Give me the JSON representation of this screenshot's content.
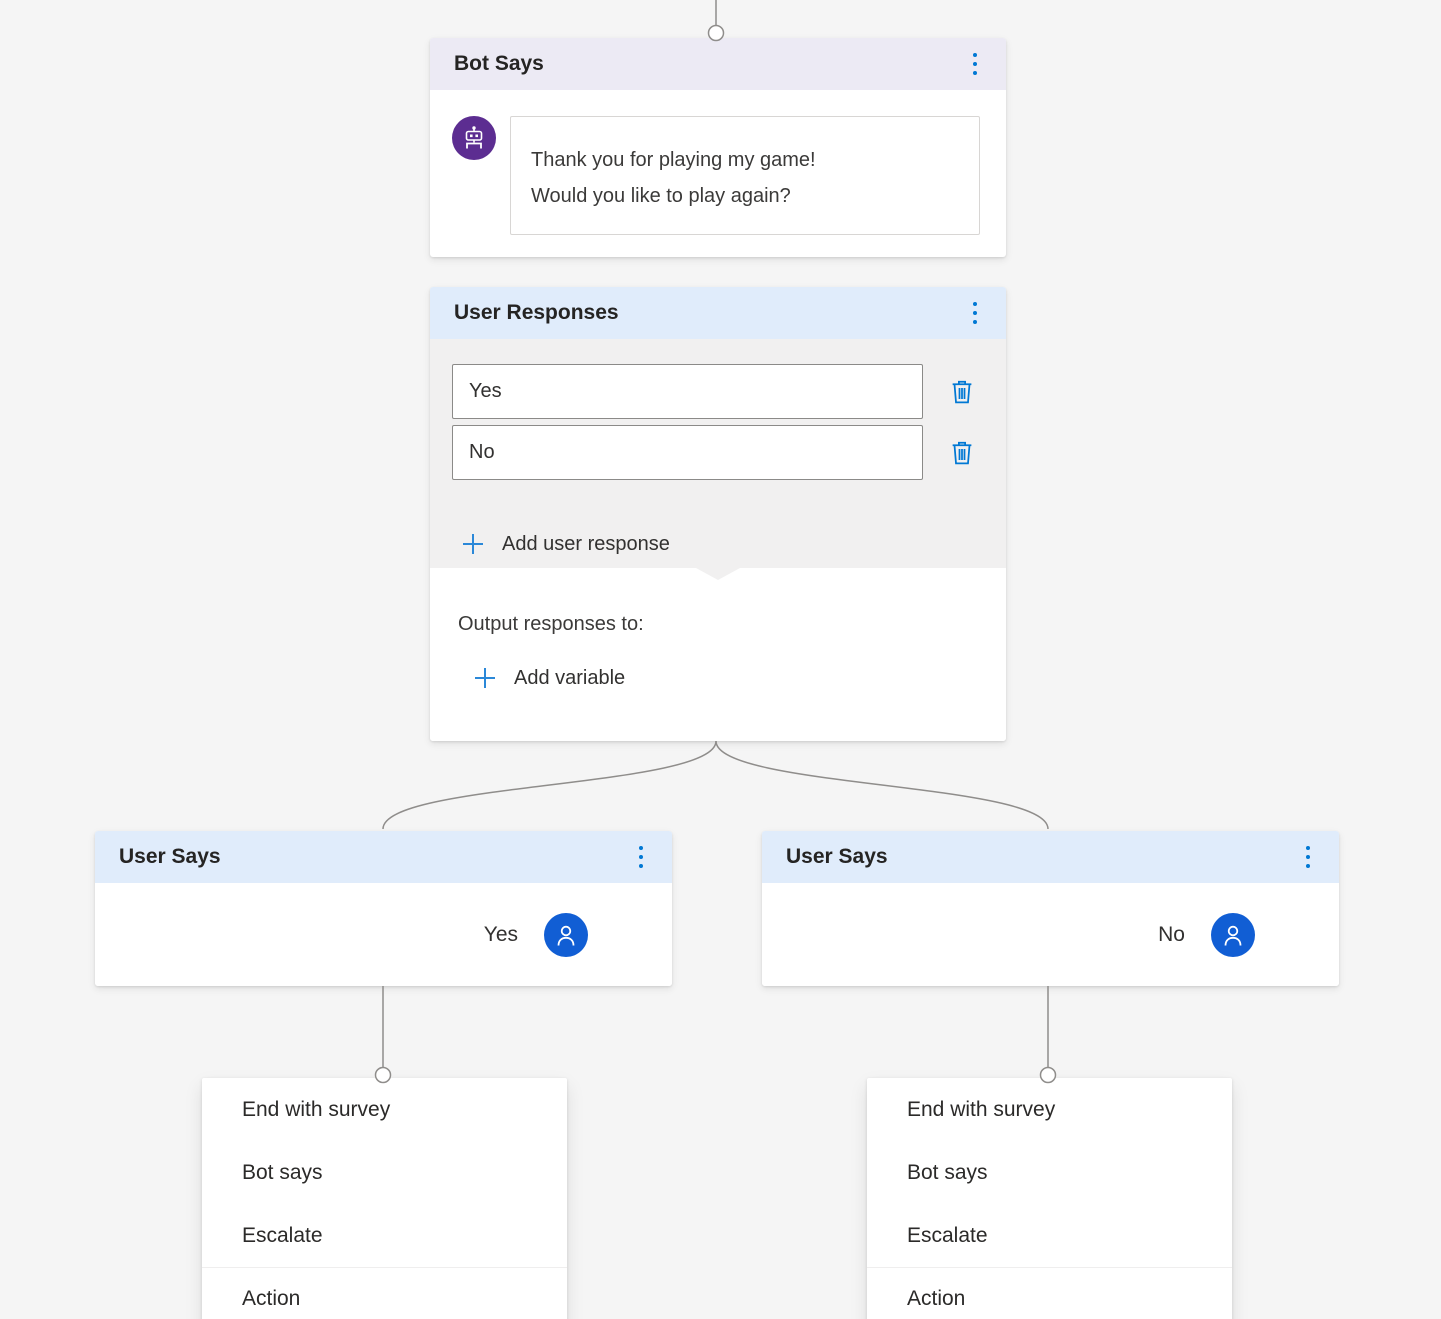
{
  "colors": {
    "accent_blue": "#0078d4",
    "bot_says_header": "#eceaf4",
    "user_node_header": "#e0ecfb",
    "bot_avatar_purple": "#5c2d91",
    "user_avatar_blue": "#115ed4",
    "canvas_background": "#f5f5f5"
  },
  "bot_says": {
    "title": "Bot Says",
    "message_lines": [
      "Thank you for playing my game!",
      "Would you like to play again?"
    ]
  },
  "user_responses": {
    "title": "User Responses",
    "inputs": [
      "Yes",
      "No"
    ],
    "add_response_label": "Add user response",
    "output_label": "Output responses to:",
    "add_variable_label": "Add variable"
  },
  "user_says_left": {
    "title": "User Says",
    "value": "Yes"
  },
  "user_says_right": {
    "title": "User Says",
    "value": "No"
  },
  "node_menu": {
    "items": [
      "End with survey",
      "Bot says",
      "Escalate",
      "Action"
    ]
  }
}
